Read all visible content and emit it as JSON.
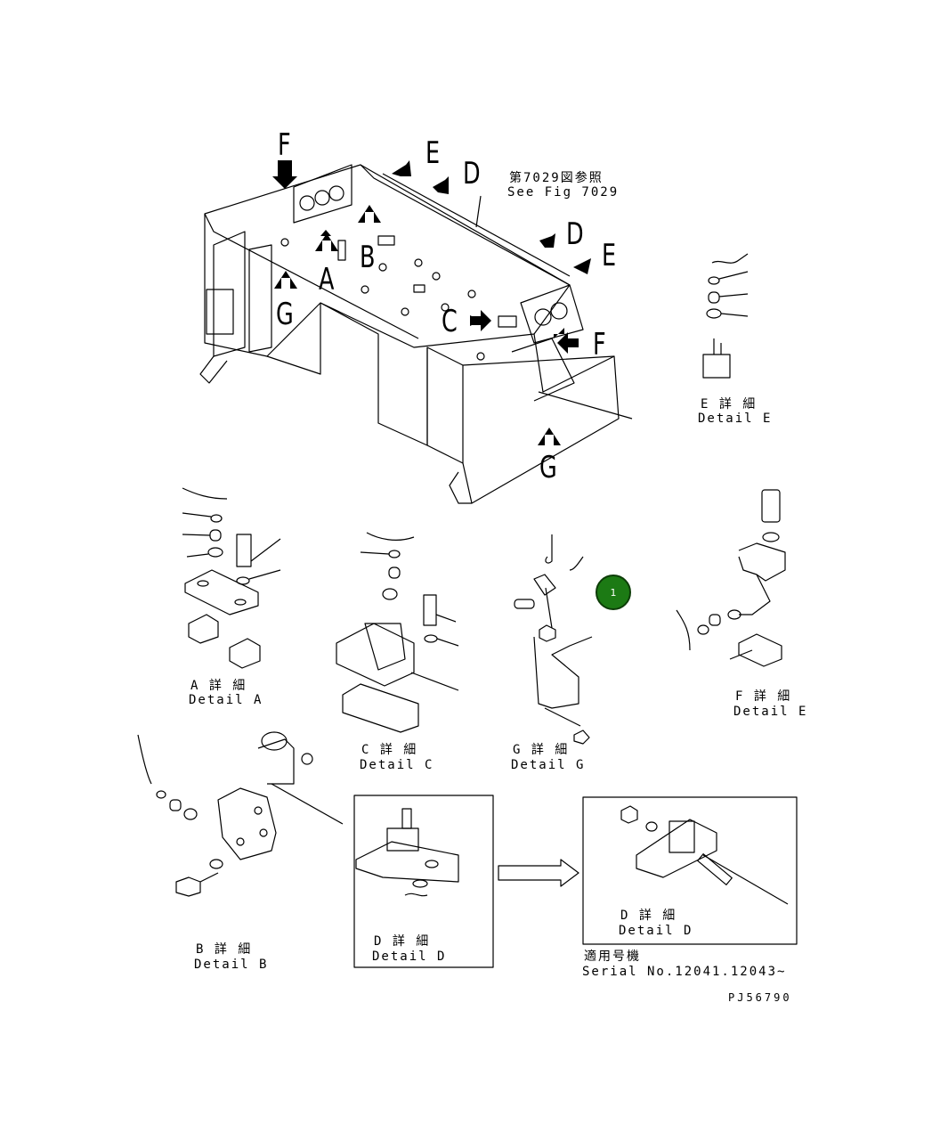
{
  "main_view": {
    "reference_jp": "第7029図参照",
    "reference_en": "See Fig 7029",
    "view_letters": {
      "F_top": "F",
      "E_top": "E",
      "D_top": "D",
      "D_right": "D",
      "E_right": "E",
      "A": "A",
      "B": "B",
      "C": "C",
      "F_right": "F",
      "G_left": "G",
      "G_bottom": "G"
    }
  },
  "details": {
    "E": {
      "jp": "E 詳 細",
      "en": "Detail E"
    },
    "A": {
      "jp": "A 詳 細",
      "en": "Detail A"
    },
    "C": {
      "jp": "C 詳 細",
      "en": "Detail C"
    },
    "G": {
      "jp": "G 詳 細",
      "en": "Detail G"
    },
    "F": {
      "jp": "F 詳 細",
      "en": "Detail E"
    },
    "B": {
      "jp": "B 詳 細",
      "en": "Detail B"
    },
    "D_left": {
      "jp": "D 詳 細",
      "en": "Detail D"
    },
    "D_right": {
      "jp": "D 詳 細",
      "en": "Detail D"
    }
  },
  "applicability": {
    "jp": "適用号機",
    "en": "Serial No.12041.12043~"
  },
  "part_number": "PJ56790",
  "hotspot": {
    "label": "1",
    "color": "#1c7a14"
  }
}
